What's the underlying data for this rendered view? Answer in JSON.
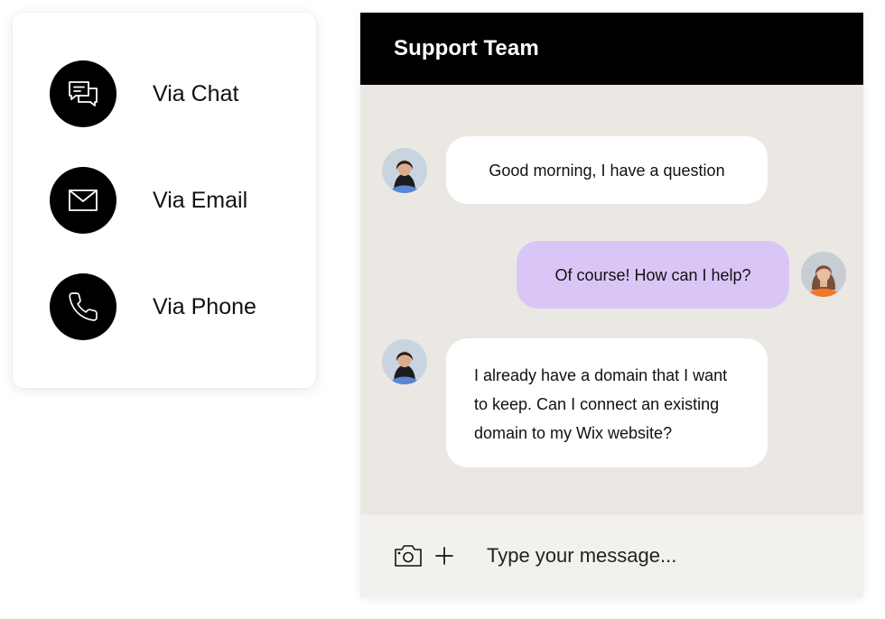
{
  "contact_options": [
    {
      "label": "Via Chat",
      "icon": "chat-icon"
    },
    {
      "label": "Via Email",
      "icon": "email-icon"
    },
    {
      "label": "Via Phone",
      "icon": "phone-icon"
    }
  ],
  "chat": {
    "title": "Support Team",
    "messages": [
      {
        "sender": "customer",
        "text": "Good morning, I have a question"
      },
      {
        "sender": "agent",
        "text": "Of course! How can I help?"
      },
      {
        "sender": "customer",
        "text": "I already have a domain that I want to keep. Can I connect an existing domain to my Wix website?"
      }
    ],
    "input": {
      "placeholder": "Type your message...",
      "camera_icon": "camera-icon",
      "plus_icon": "plus-icon"
    }
  },
  "colors": {
    "header_bg": "#000000",
    "chat_bg": "#ebe8e3",
    "agent_bubble": "#d9c6f7",
    "customer_bubble": "#ffffff",
    "icon_circle": "#000000"
  }
}
